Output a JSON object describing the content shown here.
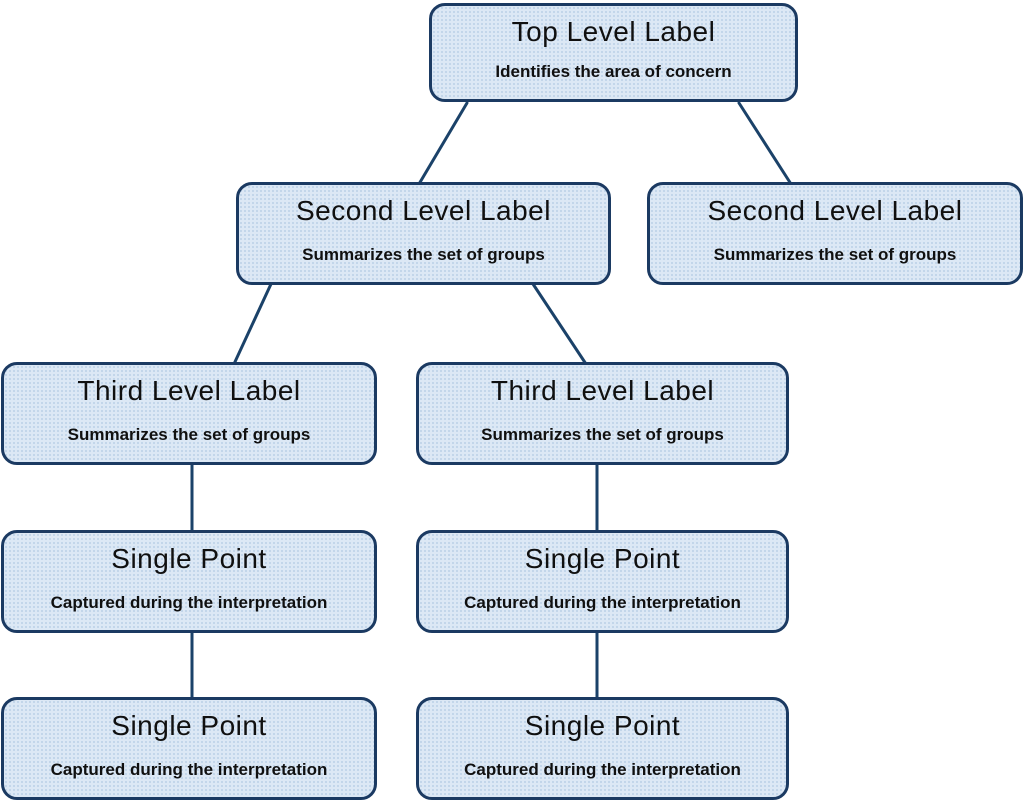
{
  "diagram": {
    "type": "hierarchy-tree",
    "colors": {
      "node_fill": "#dce8f5",
      "node_border": "#1b3a62",
      "connector": "#1b4269",
      "text": "#101010",
      "background": "#ffffff"
    },
    "nodes": [
      {
        "id": "top",
        "title": "Top Level Label",
        "subtitle": "Identifies the area of concern"
      },
      {
        "id": "second-left",
        "title": "Second Level Label",
        "subtitle": "Summarizes the set of groups"
      },
      {
        "id": "second-right",
        "title": "Second Level Label",
        "subtitle": "Summarizes the set of groups"
      },
      {
        "id": "third-left",
        "title": "Third Level Label",
        "subtitle": "Summarizes the set of groups"
      },
      {
        "id": "third-right",
        "title": "Third Level Label",
        "subtitle": "Summarizes the set of groups"
      },
      {
        "id": "single-1-left",
        "title": "Single Point",
        "subtitle": "Captured during the interpretation"
      },
      {
        "id": "single-1-right",
        "title": "Single Point",
        "subtitle": "Captured during the interpretation"
      },
      {
        "id": "single-2-left",
        "title": "Single Point",
        "subtitle": "Captured during the interpretation"
      },
      {
        "id": "single-2-right",
        "title": "Single Point",
        "subtitle": "Captured during the interpretation"
      }
    ],
    "edges": [
      {
        "from": "top",
        "to": "second-left"
      },
      {
        "from": "top",
        "to": "second-right"
      },
      {
        "from": "second-left",
        "to": "third-left"
      },
      {
        "from": "second-left",
        "to": "third-right"
      },
      {
        "from": "third-left",
        "to": "single-1-left"
      },
      {
        "from": "third-right",
        "to": "single-1-right"
      },
      {
        "from": "single-1-left",
        "to": "single-2-left"
      },
      {
        "from": "single-1-right",
        "to": "single-2-right"
      }
    ]
  }
}
